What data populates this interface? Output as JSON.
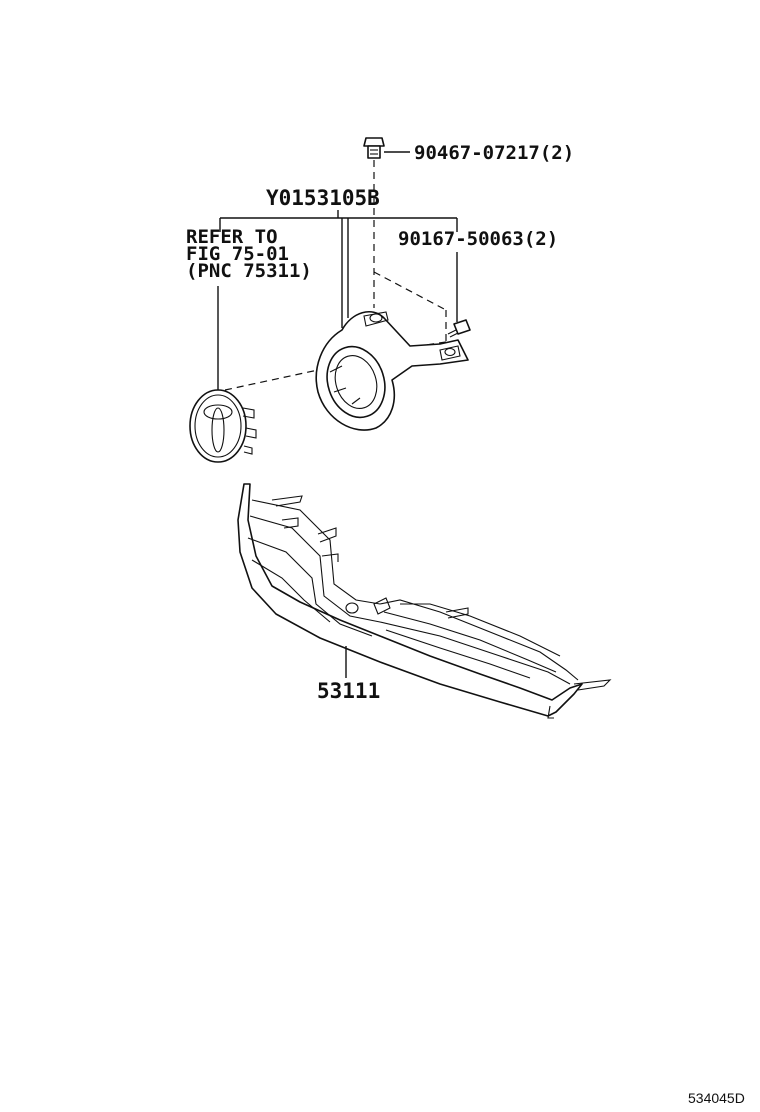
{
  "labels": {
    "bolt_top": "90467-07217(2)",
    "assembly": "Y0153105B",
    "refer_line1": "REFER TO",
    "refer_line2": "FIG 75-01",
    "refer_line3": "(PNC 75311)",
    "screw": "90167-50063(2)",
    "grille": "53111",
    "figure_id": "534045D"
  }
}
